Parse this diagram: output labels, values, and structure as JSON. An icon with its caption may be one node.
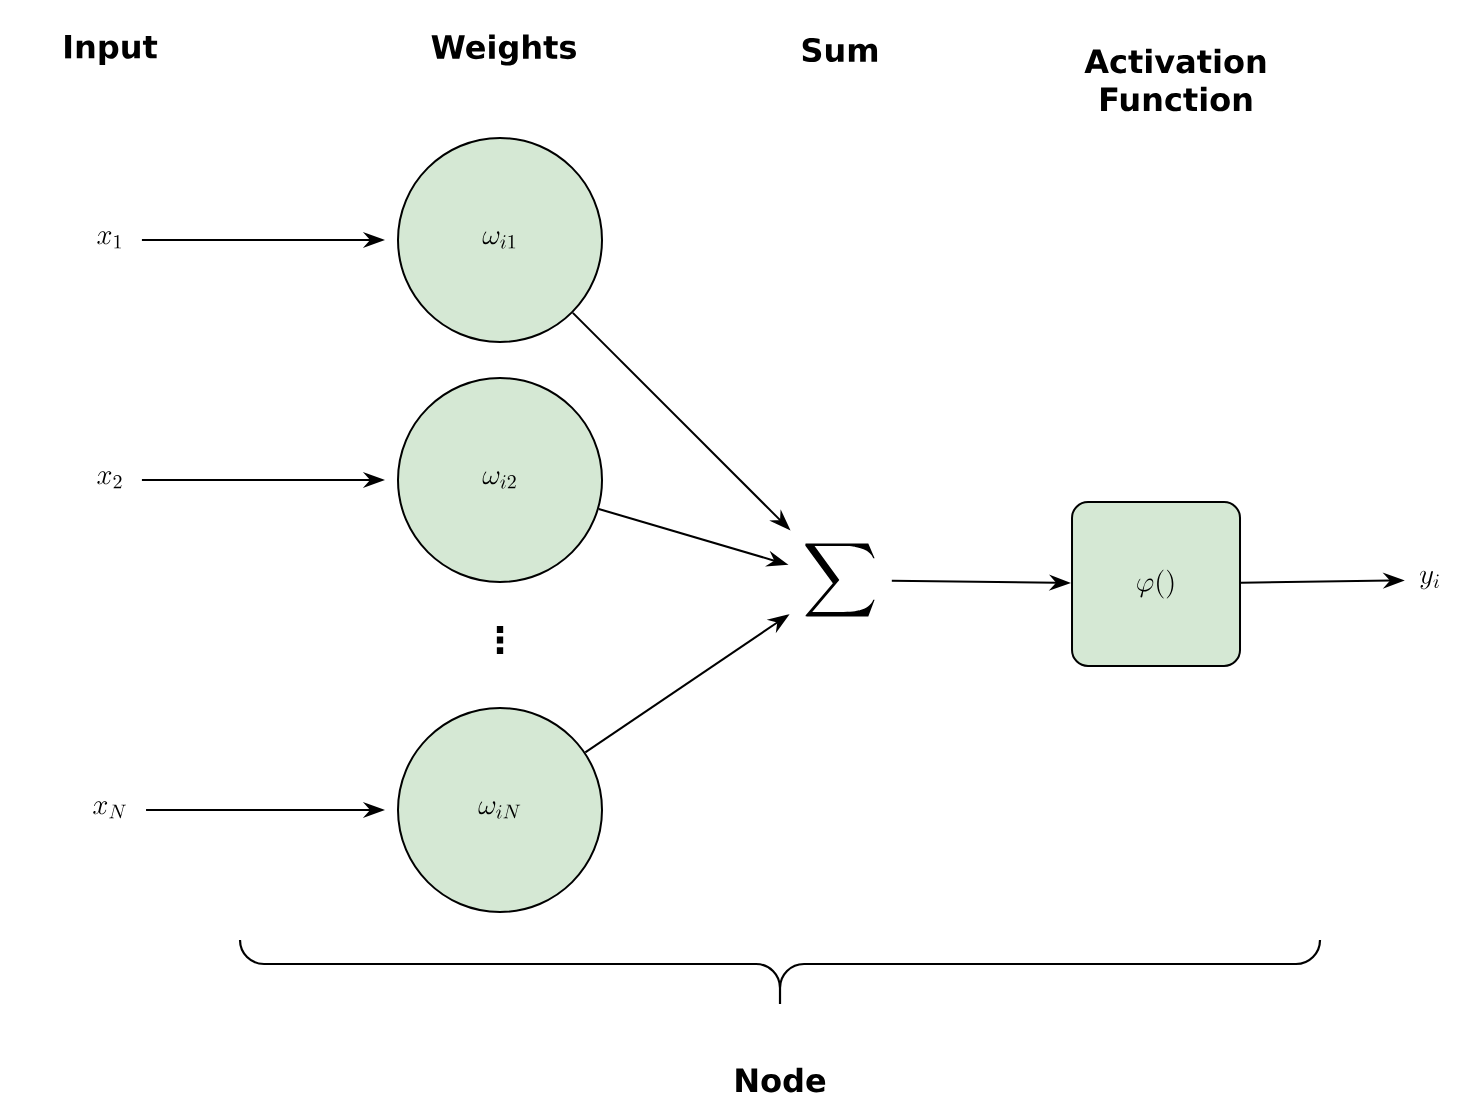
{
  "diagram": {
    "nodes": [
      {
        "text": [
          "x_1"
        ]
      },
      {
        "text": [
          "x_2"
        ]
      },
      {
        "text": [
          "x_N"
        ]
      },
      {
        "text": [
          "\\omega_{i1}"
        ]
      },
      {
        "text": [
          "\\omega_{i2}"
        ]
      },
      {
        "text": [
          "\\omega_{iN}"
        ]
      },
      {
        "text": [
          "\\sum"
        ]
      },
      {
        "text": [
          "\\varphi()"
        ]
      },
      {
        "text": [
          "y_i"
        ]
      }
    ],
    "edges": [
      {
        "from": 0,
        "to": 3,
        "arrow": "to"
      },
      {
        "from": 1,
        "to": 4,
        "arrow": "to"
      },
      {
        "from": 2,
        "to": 5,
        "arrow": "to"
      },
      {
        "from": 3,
        "to": 6,
        "arrow": "to"
      },
      {
        "from": 4,
        "to": 6,
        "arrow": "to"
      },
      {
        "from": 5,
        "to": 6,
        "arrow": "to"
      },
      {
        "from": 6,
        "to": 7,
        "arrow": "to"
      },
      {
        "from": 7,
        "to": 8,
        "arrow": "to"
      }
    ],
    "labels": [
      "Input",
      "Weights",
      "Sum",
      "Activation Function",
      "⋮",
      "Node"
    ]
  }
}
